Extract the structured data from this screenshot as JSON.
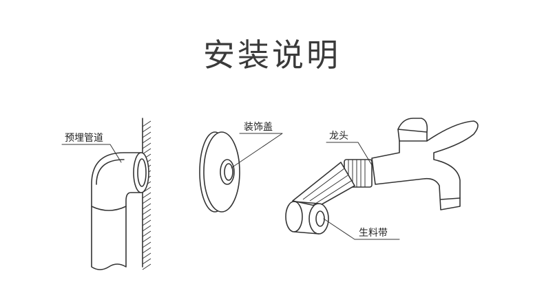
{
  "title": "安装说明",
  "labels": {
    "pipe": "预埋管道",
    "cover": "装饰盖",
    "faucet": "龙头",
    "tape": "生料带"
  }
}
